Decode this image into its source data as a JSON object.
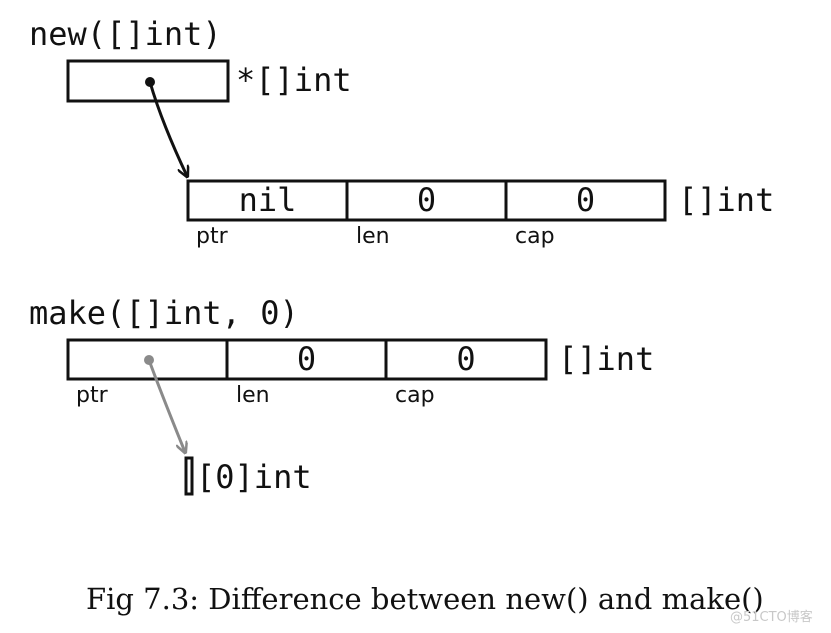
{
  "new_section": {
    "heading": "new([]int)",
    "pointer_box_type": "*[]int",
    "slice_header": {
      "cells": [
        "nil",
        "0",
        "0"
      ],
      "field_labels": [
        "ptr",
        "len",
        "cap"
      ],
      "type_label": "[]int"
    }
  },
  "make_section": {
    "heading": "make([]int, 0)",
    "slice_header": {
      "cells": [
        "",
        "0",
        "0"
      ],
      "field_labels": [
        "ptr",
        "len",
        "cap"
      ],
      "type_label": "[]int"
    },
    "array_label": "[0]int"
  },
  "caption": "Fig 7.3: Difference between new() and make()",
  "watermark": "@51CTO博客",
  "colors": {
    "ink": "#111111",
    "gray_arrow": "#8a8a8a"
  }
}
